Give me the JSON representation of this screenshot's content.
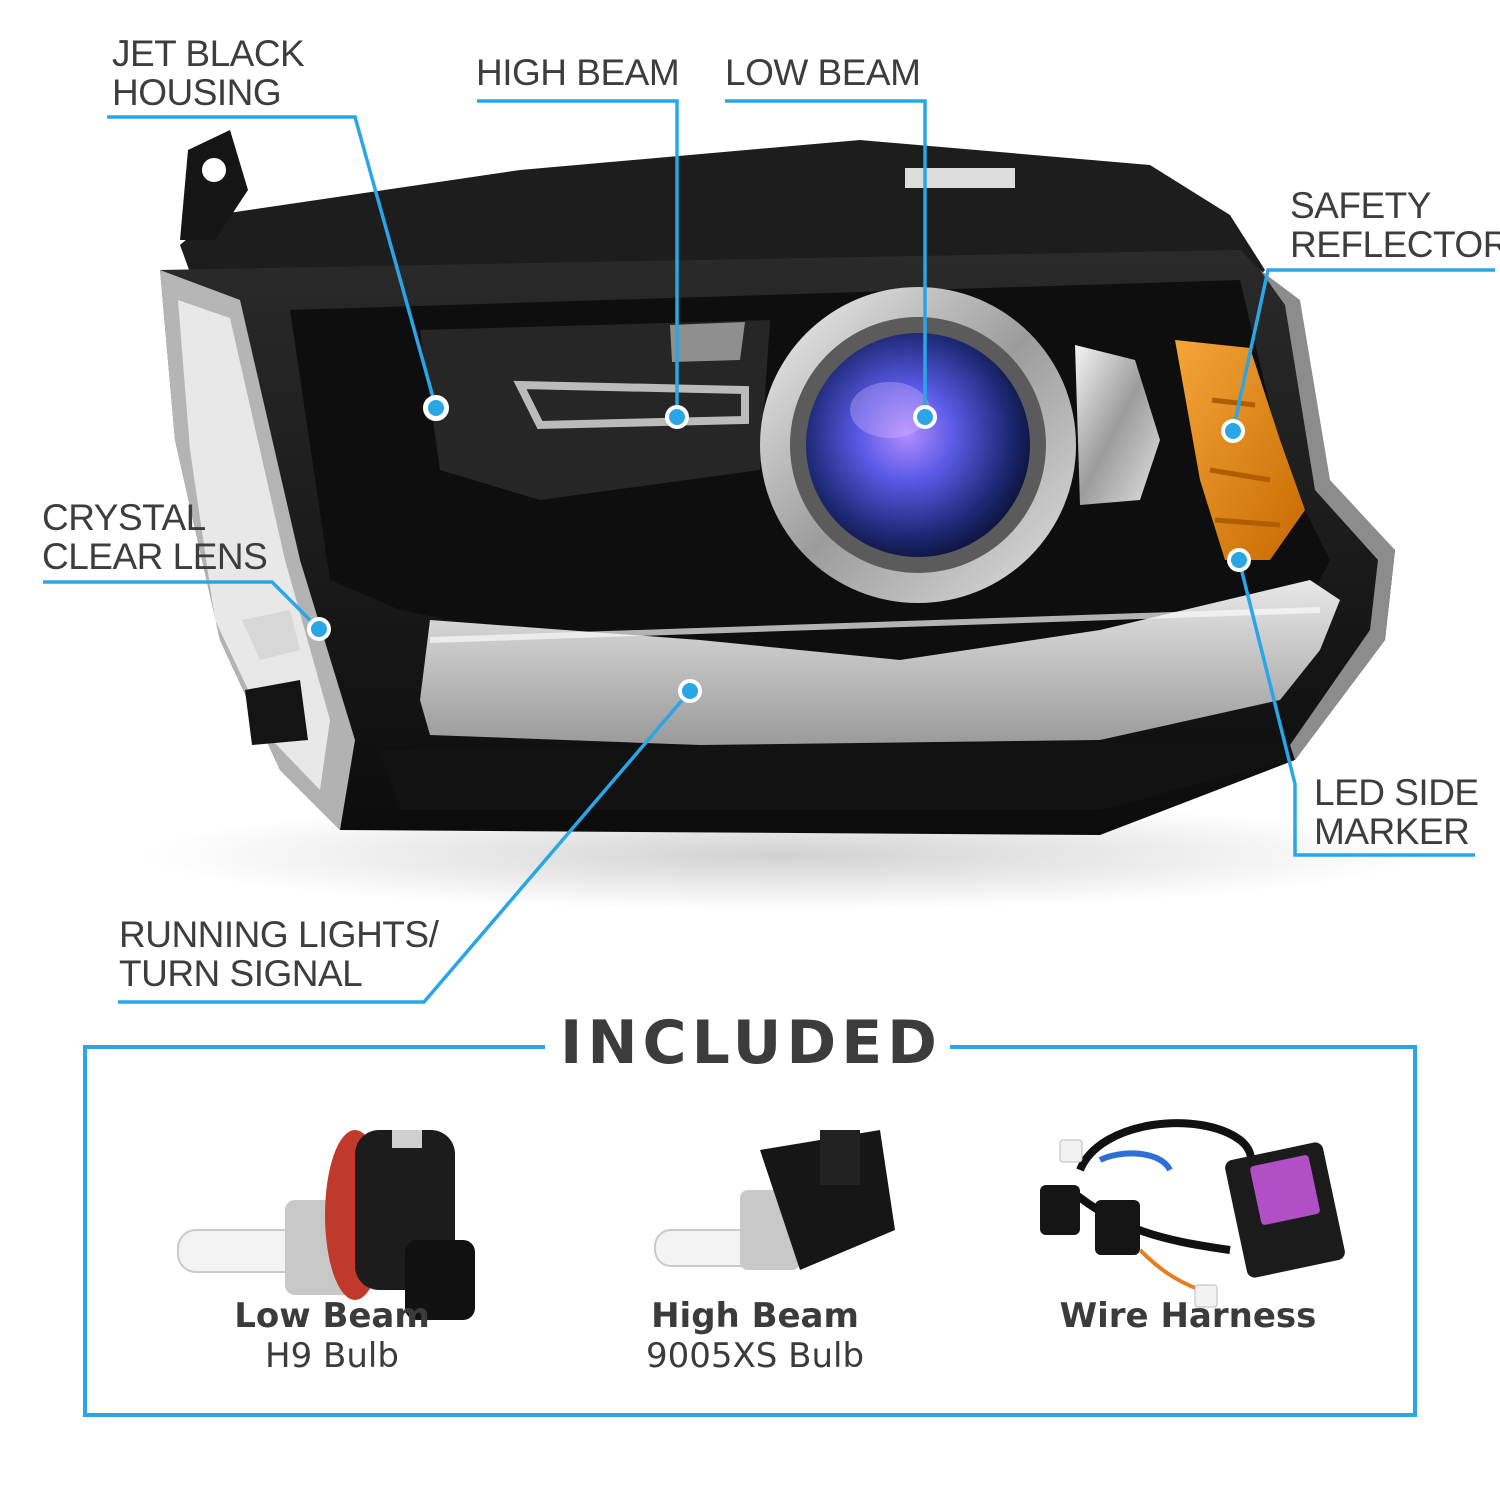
{
  "colors": {
    "accent": "#2aa6e6",
    "housing": "#151515",
    "amber": "#e58a0a",
    "text": "#3d3d3d"
  },
  "callouts": [
    {
      "id": "jet-black-housing",
      "line1": "JET BLACK",
      "line2": "HOUSING"
    },
    {
      "id": "high-beam",
      "line1": "HIGH BEAM"
    },
    {
      "id": "low-beam",
      "line1": "LOW BEAM"
    },
    {
      "id": "safety-reflector",
      "line1": "SAFETY",
      "line2": "REFLECTOR"
    },
    {
      "id": "crystal-clear-lens",
      "line1": "CRYSTAL",
      "line2": "CLEAR LENS"
    },
    {
      "id": "led-side-marker",
      "line1": "LED SIDE",
      "line2": "MARKER"
    },
    {
      "id": "running-lights",
      "line1": "RUNNING LIGHTS/",
      "line2": "TURN SIGNAL"
    }
  ],
  "included": {
    "title": "INCLUDED",
    "items": [
      {
        "name": "Low Beam",
        "detail": "H9 Bulb",
        "icon": "h9-bulb-icon"
      },
      {
        "name": "High Beam",
        "detail": "9005XS Bulb",
        "icon": "9005xs-bulb-icon"
      },
      {
        "name": "Wire Harness",
        "detail": "",
        "icon": "wire-harness-icon"
      }
    ]
  }
}
